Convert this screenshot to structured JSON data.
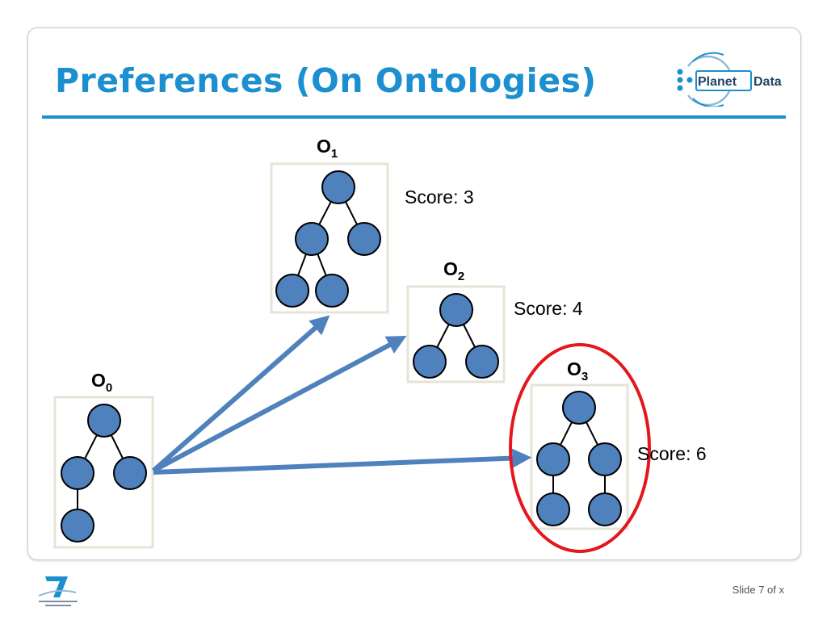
{
  "slide": {
    "title": "Preferences (On Ontologies)",
    "slide_number": "Slide 7 of x"
  },
  "logo": {
    "word1": "Planet",
    "word2": "Data"
  },
  "ontologies": [
    {
      "id": "o0",
      "base": "O",
      "sub": "0",
      "score": ""
    },
    {
      "id": "o1",
      "base": "O",
      "sub": "1",
      "score": "Score: 3"
    },
    {
      "id": "o2",
      "base": "O",
      "sub": "2",
      "score": "Score: 4"
    },
    {
      "id": "o3",
      "base": "O",
      "sub": "3",
      "score": "Score: 6",
      "highlighted": true
    }
  ],
  "colors": {
    "title": "#1b8fcf",
    "node_fill": "#4f81bd",
    "arrow": "#4f81bd",
    "highlight": "#e3171d",
    "box_border": "#e6e4d8"
  }
}
